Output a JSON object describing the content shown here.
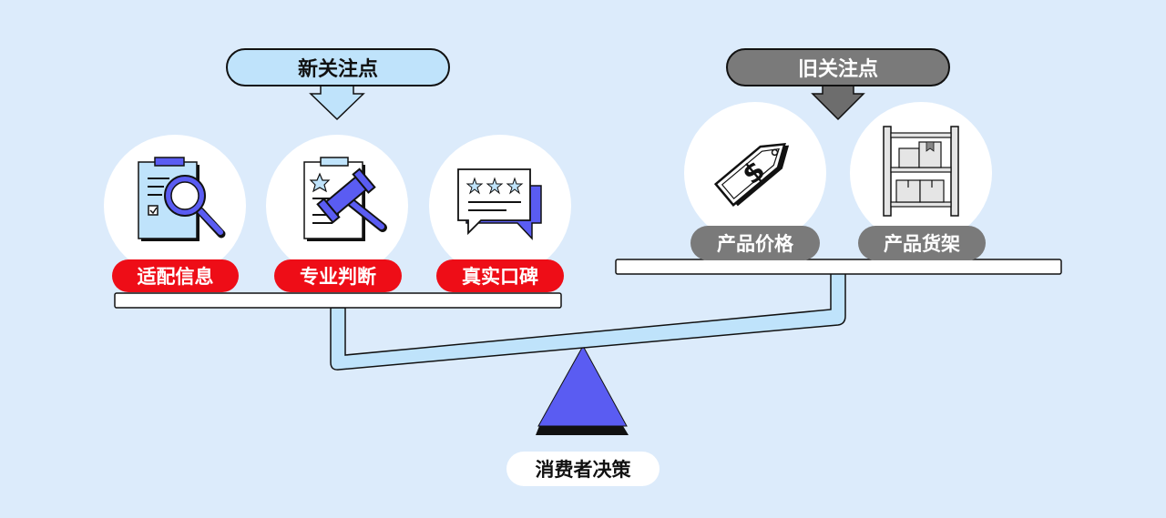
{
  "headers": {
    "new_focus": "新关注点",
    "old_focus": "旧关注点"
  },
  "new_items": [
    {
      "label": "适配信息",
      "icon": "clipboard-magnifier-icon"
    },
    {
      "label": "专业判断",
      "icon": "clipboard-gavel-icon"
    },
    {
      "label": "真实口碑",
      "icon": "star-review-bubble-icon"
    }
  ],
  "old_items": [
    {
      "label": "产品价格",
      "icon": "price-tag-icon"
    },
    {
      "label": "产品货架",
      "icon": "shelf-icon"
    }
  ],
  "center_label": "消费者决策",
  "colors": {
    "background": "#dcebfb",
    "accent_blue": "#5a5cf2",
    "label_red": "#ee0d17",
    "label_gray": "#7a7a7a",
    "light_blue": "#bfe3fb"
  }
}
